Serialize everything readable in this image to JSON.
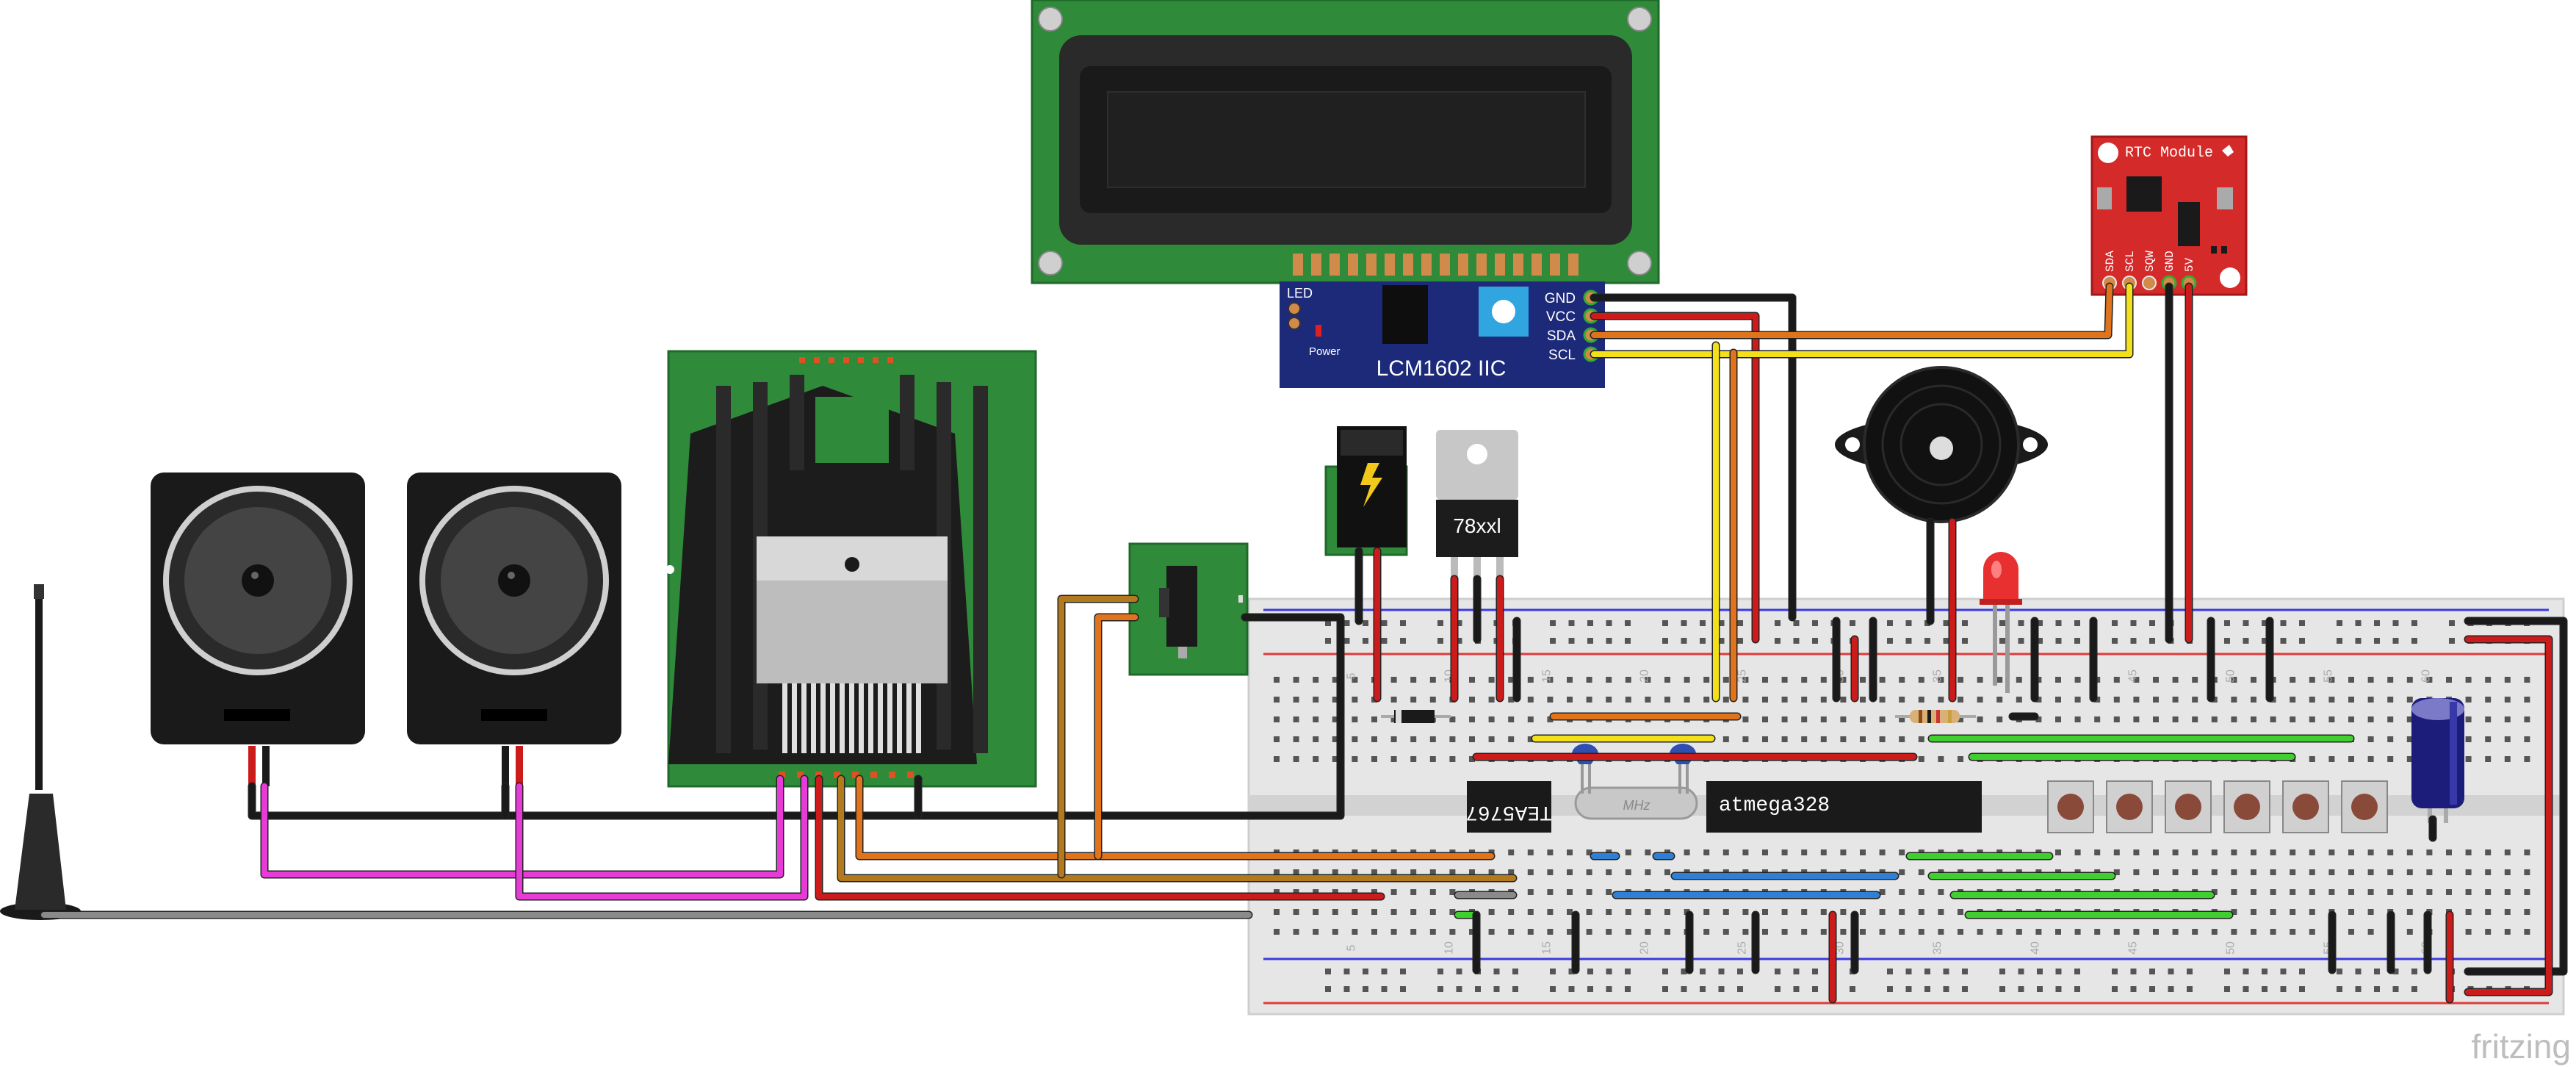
{
  "lcd": {
    "adapter_label": "LCM1602 IIC",
    "led_label": "LED",
    "power_label": "Power",
    "pins": [
      "GND",
      "VCC",
      "SDA",
      "SCL"
    ]
  },
  "rtc": {
    "title": "RTC Module",
    "pins": [
      "SDA",
      "SCL",
      "SQW",
      "GND",
      "5V"
    ]
  },
  "regulator": {
    "label": "78xxl"
  },
  "mcu": {
    "label": "atmega328"
  },
  "amp_chip": {
    "label": "TEA5767"
  },
  "crystal": {
    "label": "MHz"
  },
  "breadboard": {
    "columns_top": [
      "5",
      "10",
      "15",
      "20",
      "25",
      "30",
      "35",
      "40",
      "45",
      "50",
      "55",
      "60"
    ],
    "columns_bottom": [
      "5",
      "10",
      "15",
      "20",
      "25",
      "30",
      "35",
      "40",
      "45",
      "50",
      "55",
      "60"
    ]
  },
  "watermark": "fritzing",
  "colors": {
    "wire_black": "#1a1a1a",
    "wire_red": "#cc1b1b",
    "wire_yellow": "#f2e01a",
    "wire_orange": "#e0741c",
    "wire_magenta": "#e63bd6",
    "wire_brown": "#b27a1c",
    "wire_green": "#3fcf2f",
    "wire_blue": "#2f7fd6",
    "wire_grey": "#8a8a8a",
    "pcb_green": "#2f8a3a",
    "rtc_red": "#d42a2a",
    "lcd_blue": "#1d2a7a"
  }
}
